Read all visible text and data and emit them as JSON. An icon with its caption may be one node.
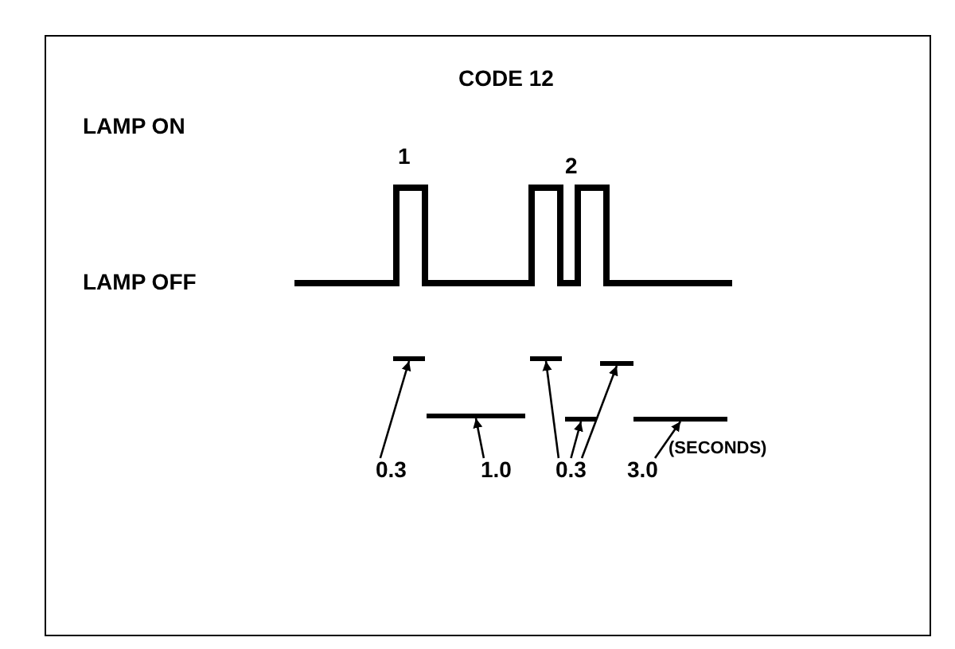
{
  "diagram": {
    "title": "CODE 12",
    "nodes": [
      {
        "text": [],
        "shape": "bar"
      },
      {
        "text": [],
        "shape": "bar"
      },
      {
        "text": [],
        "shape": "bar"
      },
      {
        "text": [],
        "shape": "bar"
      },
      {
        "text": [],
        "shape": "bar"
      },
      {
        "text": [],
        "shape": "bar"
      },
      {
        "text": [
          "0.3"
        ]
      },
      {
        "text": [
          "1.0"
        ]
      },
      {
        "text": [
          "0.3"
        ]
      },
      {
        "text": [
          "3.0"
        ]
      }
    ],
    "edges": [
      {
        "from": 6,
        "to": 0,
        "arrow": "to"
      },
      {
        "from": 7,
        "to": 1,
        "arrow": "to"
      },
      {
        "from": 8,
        "to": 2,
        "arrow": "to"
      },
      {
        "from": 8,
        "to": 3,
        "arrow": "to"
      },
      {
        "from": 8,
        "to": 4,
        "arrow": "to"
      },
      {
        "from": 9,
        "to": 5,
        "arrow": "to"
      }
    ],
    "labels": [
      "LAMP ON",
      "1",
      "2",
      "LAMP OFF",
      "(SECONDS)"
    ]
  }
}
